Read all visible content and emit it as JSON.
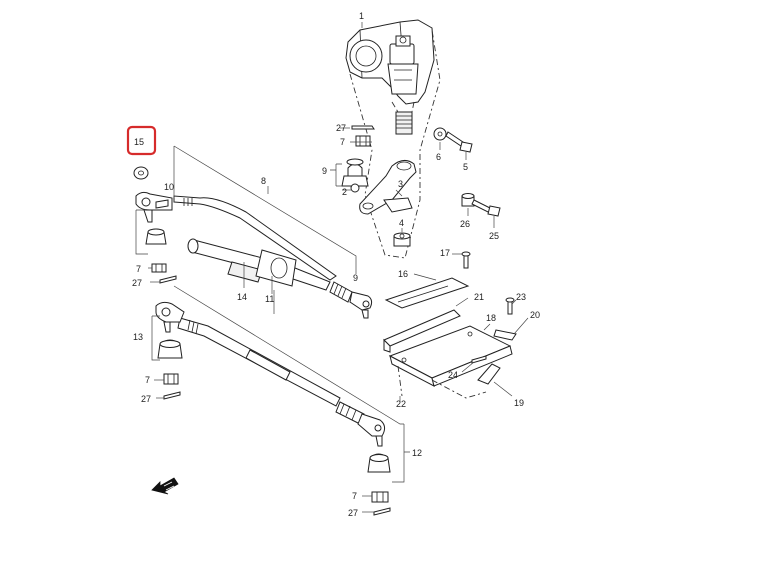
{
  "highlight_color": "#d62b2b",
  "callouts": {
    "c1": "1",
    "c2": "2",
    "c3": "3",
    "c4": "4",
    "c5": "5",
    "c6": "6",
    "c7a": "7",
    "c7b": "7",
    "c7c": "7",
    "c7d": "7",
    "c8": "8",
    "c9a": "9",
    "c9b": "9",
    "c10": "10",
    "c11": "11",
    "c12": "12",
    "c13": "13",
    "c14": "14",
    "c15": "15",
    "c16": "16",
    "c17": "17",
    "c18": "18",
    "c19": "19",
    "c20": "20",
    "c21": "21",
    "c22": "22",
    "c23": "23",
    "c24": "24",
    "c25": "25",
    "c26": "26",
    "c27a": "27",
    "c27b": "27",
    "c27c": "27",
    "c27d": "27"
  },
  "icons": {
    "front_arrow": "front-arrow-icon"
  }
}
